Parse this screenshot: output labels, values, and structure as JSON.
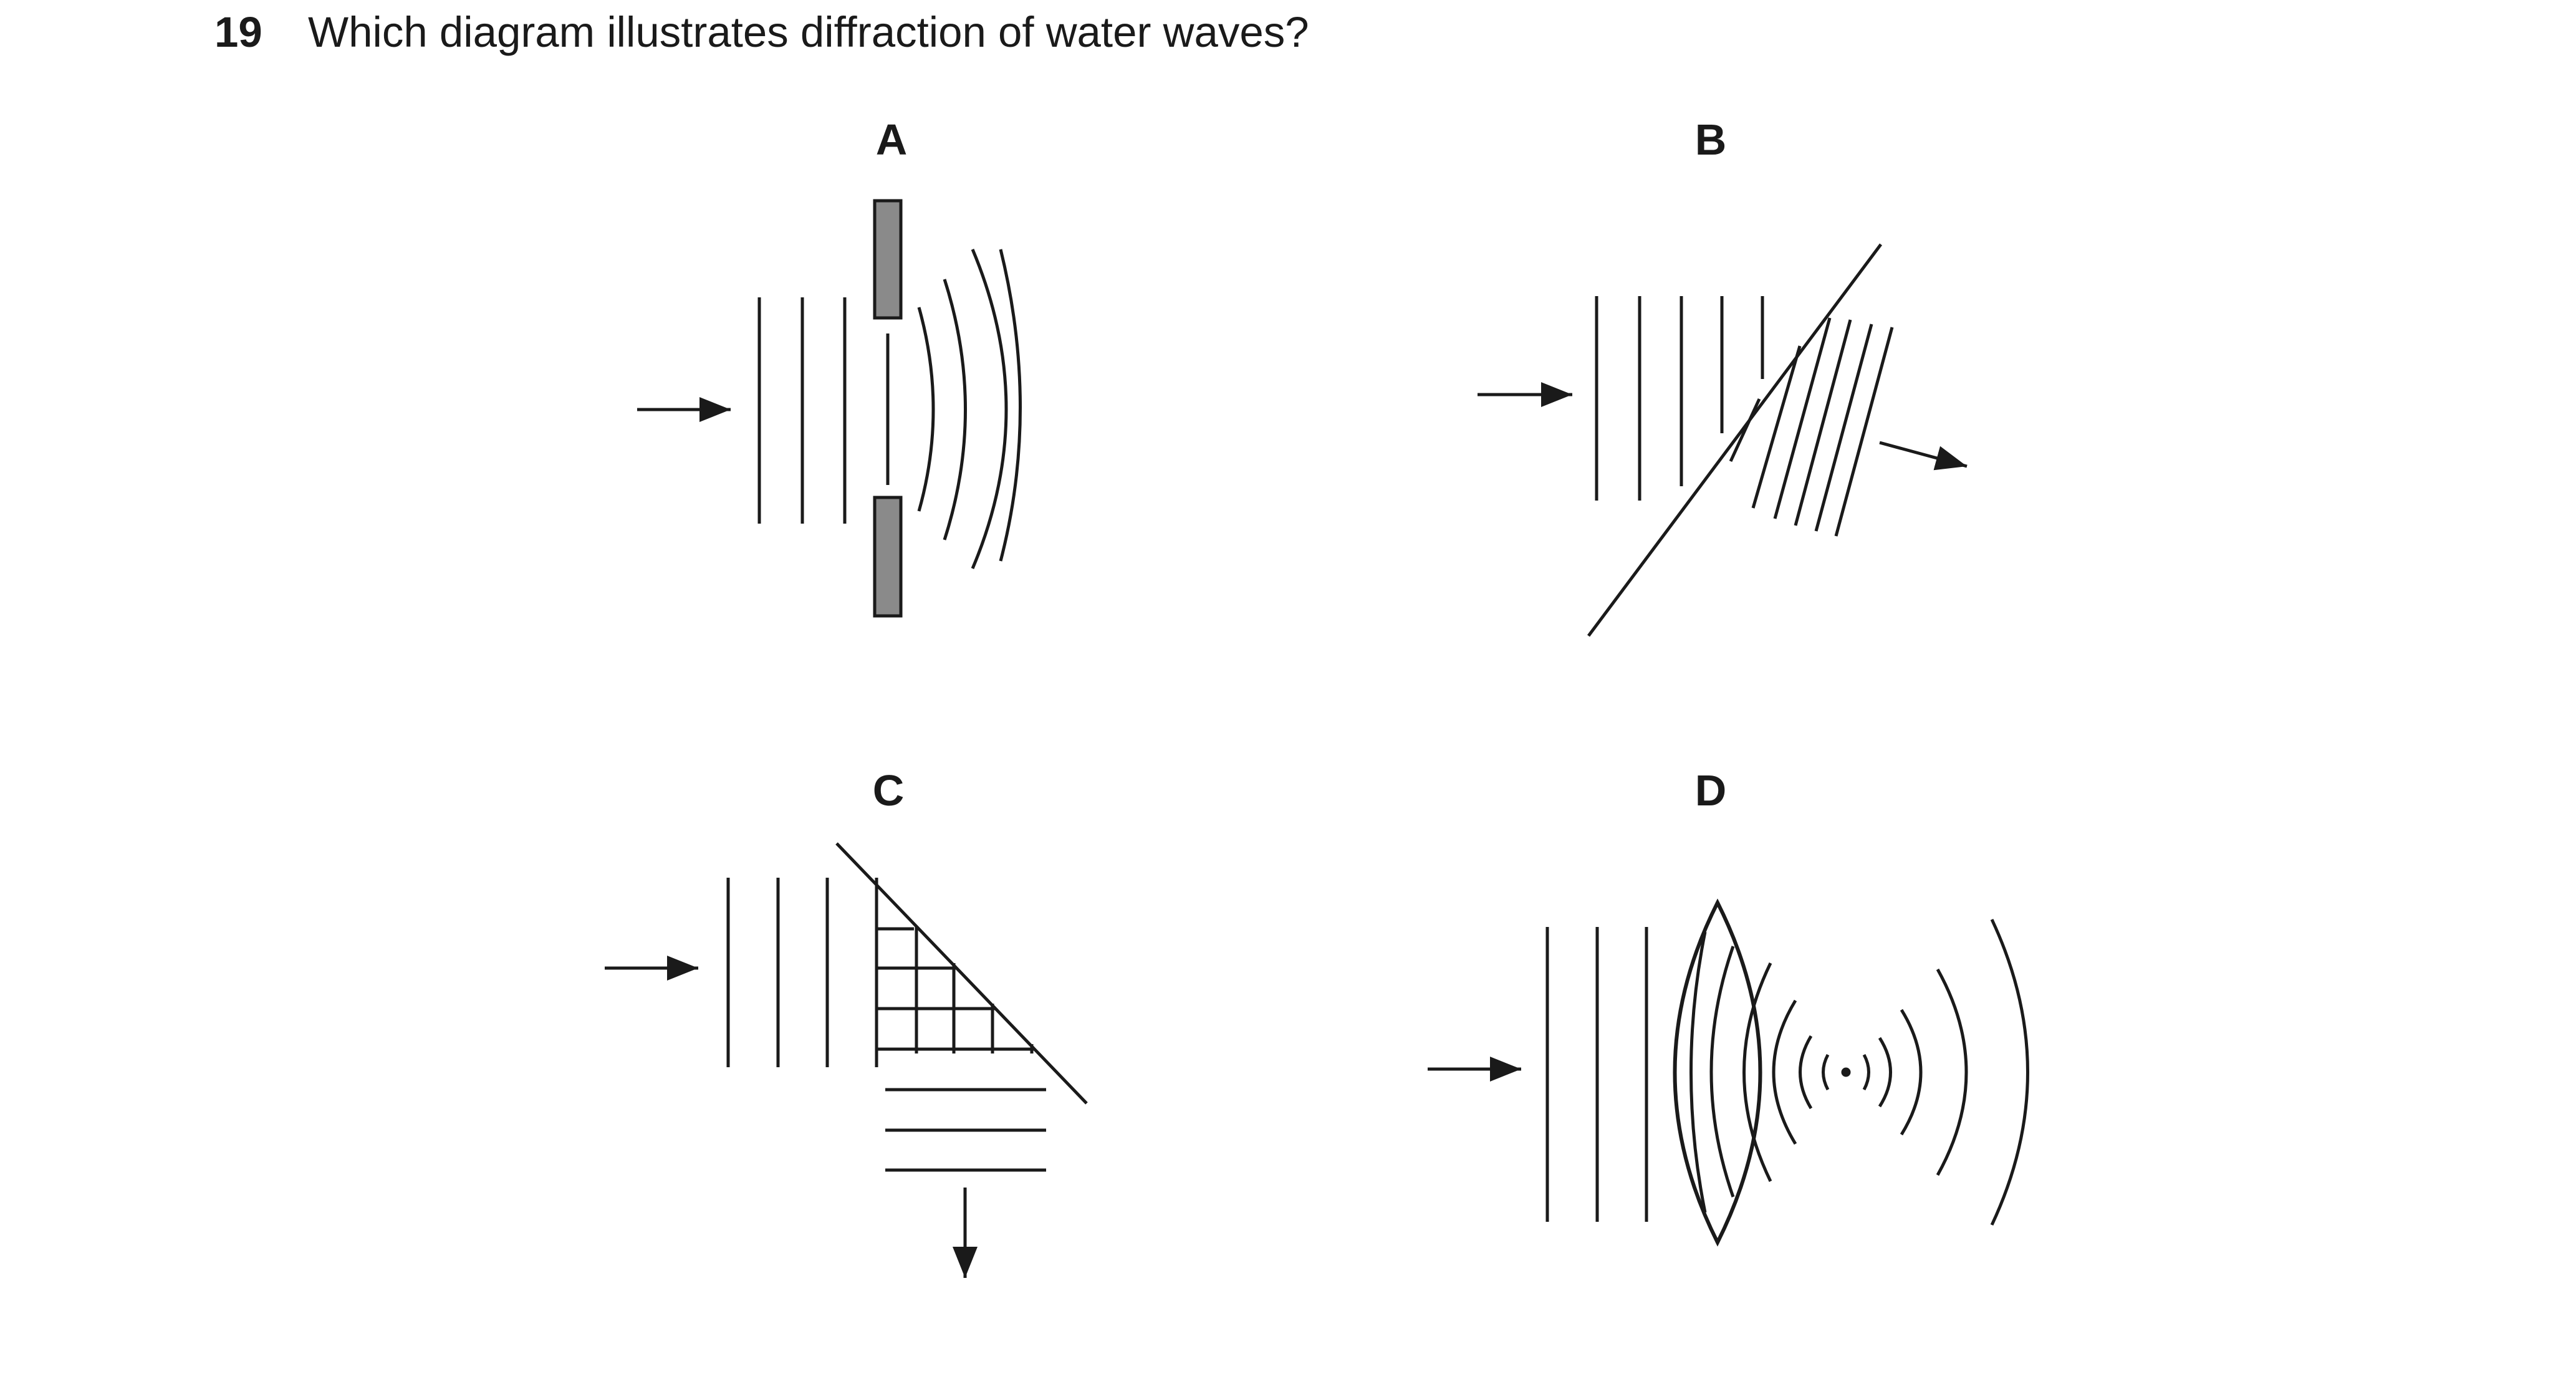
{
  "question": {
    "number": "19",
    "text": "Which diagram illustrates diffraction of water waves?"
  },
  "options": [
    {
      "letter": "A"
    },
    {
      "letter": "B"
    },
    {
      "letter": "C"
    },
    {
      "letter": "D"
    }
  ],
  "colors": {
    "ink": "#1a1a1a",
    "barrier_fill": "#8a8a8a",
    "background": "#ffffff"
  }
}
